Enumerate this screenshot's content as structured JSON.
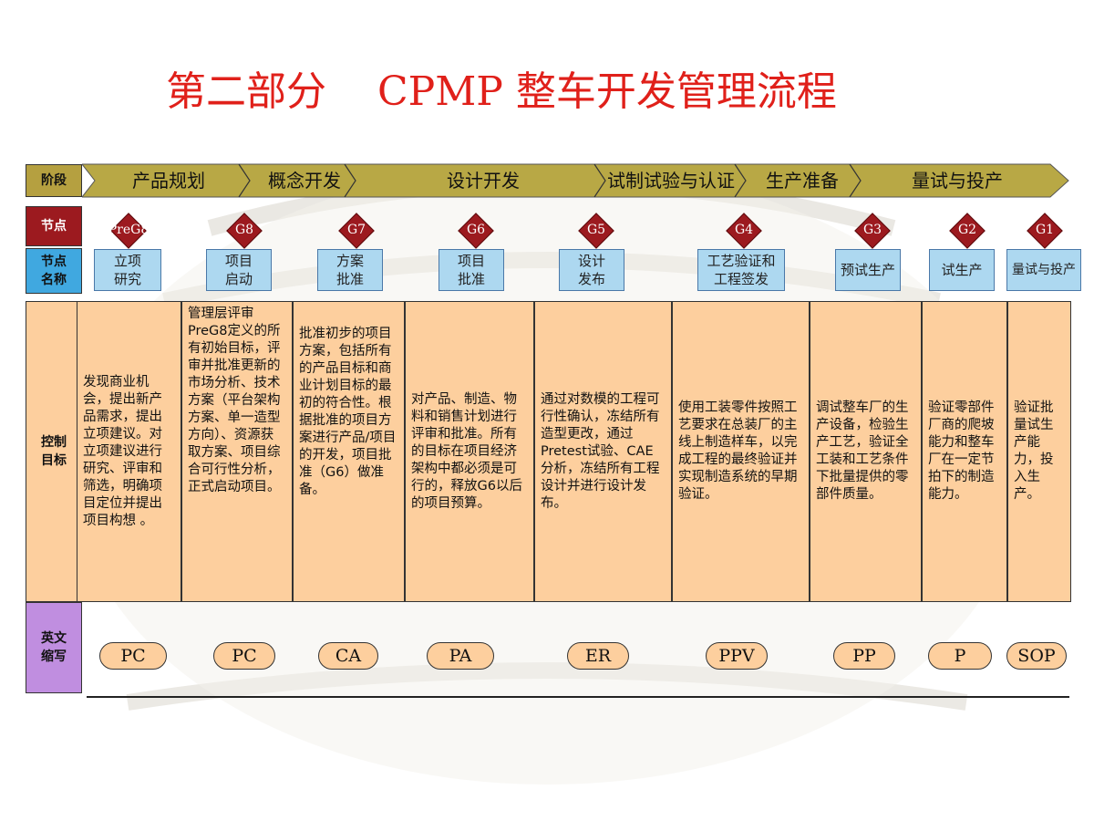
{
  "title": "第二部分    CPMP 整车开发管理流程",
  "row_labels": {
    "stage": "阶段",
    "node": "节点",
    "node_name": "节点\n名称",
    "control": "控制\n目标",
    "english": "英文\n缩写"
  },
  "phases": [
    "产品规划",
    "概念开发",
    "设计开发",
    "试制试验与认证",
    "生产准备",
    "量试与投产"
  ],
  "gates": [
    "PreG8",
    "G8",
    "G7",
    "G6",
    "G5",
    "G4",
    "G3",
    "G2",
    "G1"
  ],
  "node_names": [
    "立项\n研究",
    "项目\n启动",
    "方案\n批准",
    "项目\n批准",
    "设计\n发布",
    "工艺验证和\n工程签发",
    "预试生产",
    "试生产",
    "量试与投产"
  ],
  "control_targets": [
    "发现商业机会，提出新产品需求，提出立项建议。对立项建议进行研究、评审和筛选，明确项目定位并提出项目构想 。",
    "管理层评审PreG8定义的所有初始目标，评审并批准更新的市场分析、技术方案（平台架构方案、单一造型方向）、资源获取方案、项目综合可行性分析，正式启动项目。",
    "批准初步的项目方案，包括所有的产品目标和商业计划目标的最初的符合性。根据批准的项目方案进行产品/项目的开发，项目批准（G6）做准备。",
    "对产品、制造、物料和销售计划进行评审和批准。所有的目标在项目经济架构中都必须是可行的，释放G6以后的项目预算。",
    "通过对数模的工程可行性确认，冻结所有造型更改，通过Pretest试验、CAE分析，冻结所有工程设计并进行设计发布。",
    "使用工装零件按照工艺要求在总装厂的主线上制造样车，以完成工程的最终验证并实现制造系统的早期验证。",
    "调试整车厂的生产设备，检验生产工艺，验证全工装和工艺条件下批量提供的零部件质量。",
    "验证零部件厂商的爬坡能力和整车厂在一定节拍下的制造能力。",
    "验证批量试生产能力，投入生产。"
  ],
  "abbreviations": [
    "PC",
    "PC",
    "CA",
    "PA",
    "ER",
    "PPV",
    "PP",
    "P",
    "SOP"
  ],
  "colors": {
    "title": "#e0201a",
    "stage_label_bg": "#b5a040",
    "node_label_bg": "#9c1a1f",
    "node_name_label_bg": "#40a8e0",
    "control_label_bg": "#fdcf9e",
    "english_label_bg": "#c08ee0",
    "phase_chevron": "#b8a845",
    "gate_diamond": "#9c1a1f",
    "node_box": "#add8f0",
    "control_cell": "#fdcf9e"
  }
}
